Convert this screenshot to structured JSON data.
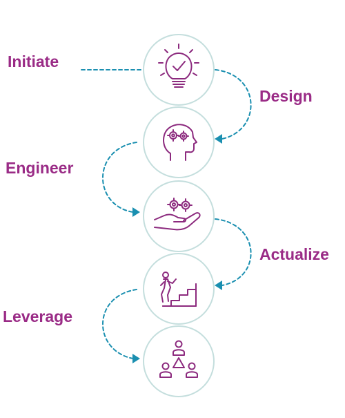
{
  "steps": [
    {
      "label": "Initiate",
      "icon": "lightbulb-check-icon"
    },
    {
      "label": "Design",
      "icon": "head-gears-icon"
    },
    {
      "label": "Engineer",
      "icon": "hand-gears-icon"
    },
    {
      "label": "Actualize",
      "icon": "person-climbing-stairs-icon"
    },
    {
      "label": "Leverage",
      "icon": "team-network-icon"
    }
  ],
  "colors": {
    "label": "#9a2b86",
    "icon_stroke": "#8c2a7e",
    "circle_stroke": "#c4dedd",
    "connector": "#1a8fb0"
  }
}
